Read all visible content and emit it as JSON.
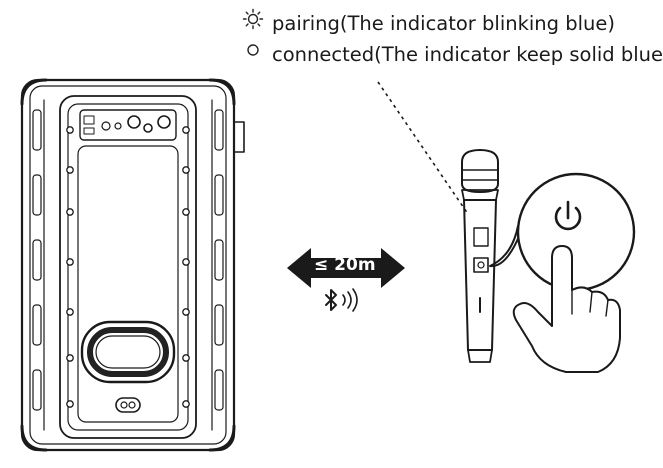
{
  "legend": {
    "pairing_text": "pairing(The indicator blinking blue)",
    "connected_text": "connected(The indicator keep solid blue)",
    "pairing_icon": "sun-blink-icon",
    "connected_icon": "circle-outline-icon"
  },
  "distance": {
    "label": "≤ 20m",
    "arrow_color": "#1a1a1a"
  },
  "bluetooth": {
    "icon": "bluetooth-signal-icon"
  },
  "microphone": {
    "button_icon": "power-icon"
  }
}
